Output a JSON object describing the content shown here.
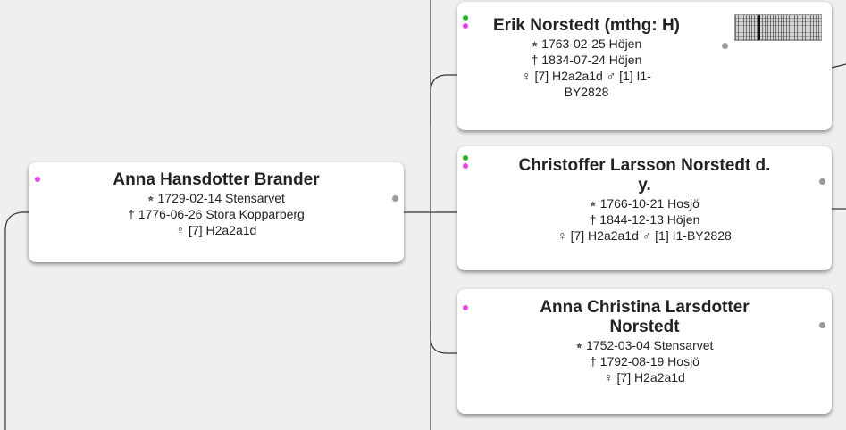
{
  "tree": {
    "focus": {
      "name": "Anna Hansdotter Brander",
      "birth": "⭒ 1729-02-14 Stensarvet",
      "death": "† 1776-06-26 Stora Kopparberg",
      "dna": "♀ [7] H2a2a1d"
    },
    "children": [
      {
        "name": "Erik Norstedt (mthg: H)",
        "birth": "⭒ 1763-02-25 Höjen",
        "death": "† 1834-07-24 Höjen",
        "dna_line1": "♀ [7] H2a2a1d ♂ [1] I1-",
        "dna_line2": "BY2828"
      },
      {
        "name_line1": "Christoffer Larsson Norstedt d.",
        "name_line2": "y.",
        "birth": "⭒ 1766-10-21 Hosjö",
        "death": "† 1844-12-13 Höjen",
        "dna": "♀ [7] H2a2a1d ♂ [1] I1-BY2828"
      },
      {
        "name_line1": "Anna Christina Larsdotter",
        "name_line2": "Norstedt",
        "birth": "⭒ 1752-03-04 Stensarvet",
        "death": "† 1792-08-19 Hosjö",
        "dna": "♀ [7] H2a2a1d"
      }
    ]
  },
  "colors": {
    "background": "#efefef",
    "card": "#ffffff",
    "female_dot": "#e843e8",
    "dna_dot": "#21b521",
    "connector": "#333333"
  }
}
